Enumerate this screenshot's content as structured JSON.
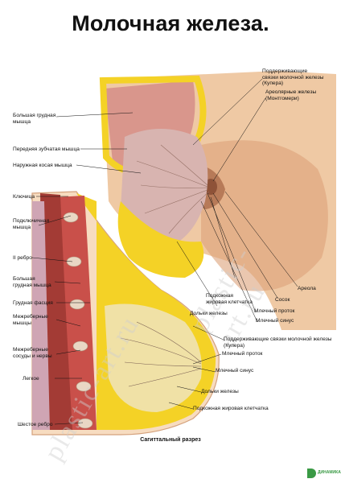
{
  "title": "Молочная железа.",
  "labels": {
    "pectoralis_major": "Большая грудная\nмышца",
    "serratus": "Передняя зубчатая мышца",
    "oblique": "Наружная косая мышца",
    "clavicle": "Ключица",
    "subclavius": "Подключичная\nмышца",
    "rib2": "II ребро",
    "pectoralis_major_2": "Большая\nгрудная мышца",
    "fascia": "Грудная фасция",
    "intercostal_muscles": "Межреберные\nмышцы",
    "intercostal_vessels": "Межреберные\nсосуды и нервы",
    "lung": "Легкое",
    "rib6": "Шестое ребро",
    "cooper_top": "Поддерживающие\nсвязки молочной железы\n(Купера)",
    "montgomery": "Ареолярные железы\n(Монтгомери)",
    "subcutaneous_fat_top": "Подкожная\nжировая клетчатка",
    "lobules_top": "Дольки железы",
    "nipple": "Сосок",
    "areola": "Ареола",
    "duct_top": "Млечный проток",
    "sinus_top": "Млечный синус",
    "cooper_bottom": "Поддерживающие связки молочной железы\n(Купера)",
    "duct_bottom": "Млечный проток",
    "sinus_bottom": "Млечный синус",
    "lobules_bottom": "Дольки железы",
    "subcutaneous_fat_bottom": "Подкожная жировая клетчатка"
  },
  "subtitle": "Сагиттальный разрез",
  "watermark": "plastic-art.ru",
  "brand": "ДИНАМИКА",
  "colors": {
    "fat": "#f4d226",
    "muscle": "#c9504a",
    "gland": "#d8b4b0",
    "skin": "#e8b98f",
    "bone": "#e9d7c4"
  }
}
